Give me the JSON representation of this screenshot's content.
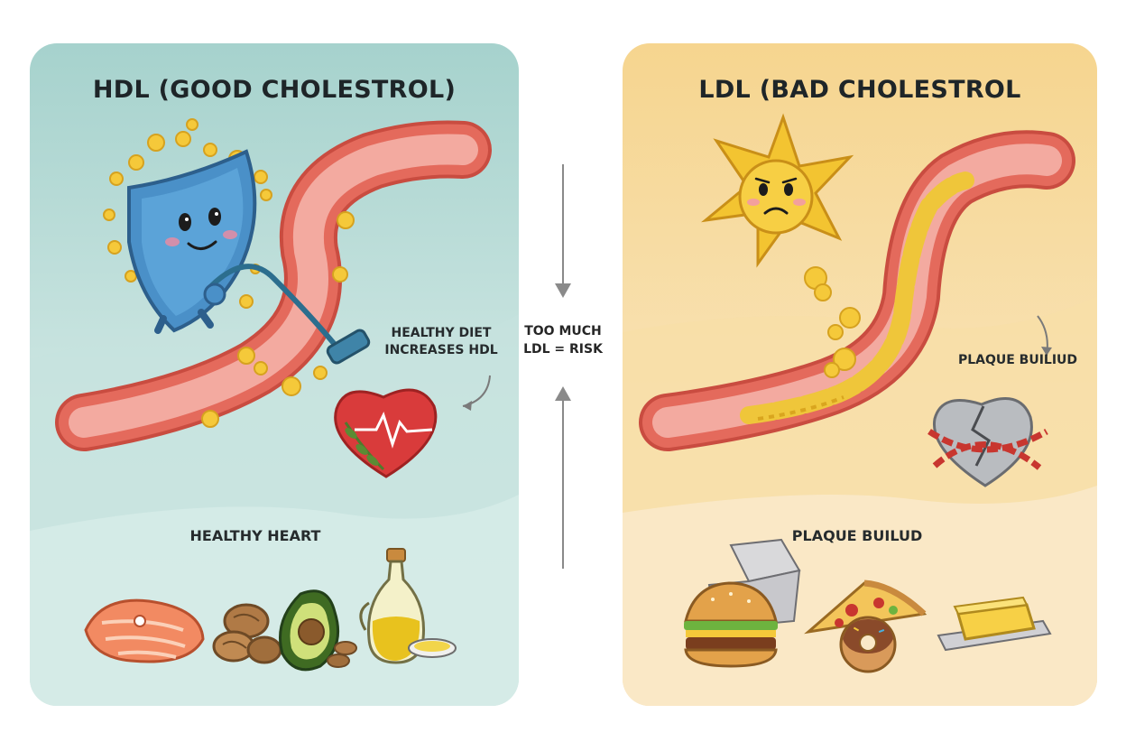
{
  "hdl_panel": {
    "title": "HDL (GOOD CHOLESTROL)",
    "diet_label_line1": "HEALTHY DIET",
    "diet_label_line2": "INCREASES HDL",
    "heart_label": "HEALTHY HEART"
  },
  "ldl_panel": {
    "title": "LDL (BAD CHOLESTROL",
    "plaque_label_top": "PLAQUE BUILIUD",
    "plaque_label_bottom": "PLAQUE BUILUD"
  },
  "center": {
    "line1": "TOO MUCH",
    "line2": "LDL = RISK"
  },
  "colors": {
    "hdl_bg": "#a6d2cd",
    "ldl_bg": "#f6d58f",
    "artery": "#e26658",
    "artery_inner": "#f0a49a",
    "cholesterol": "#f5c93a",
    "shield": "#4a90c8",
    "heart": "#d93b3b",
    "broken_heart": "#b9bcc0",
    "chain": "#c8362f"
  },
  "icons": [
    "shield-mascot-icon",
    "vacuum-icon",
    "heart-rhythm-icon",
    "salmon-icon",
    "walnuts-icon",
    "avocado-icon",
    "olive-oil-icon",
    "sad-star-icon",
    "broken-heart-chain-icon",
    "burger-icon",
    "pizza-icon",
    "donut-icon",
    "butter-icon"
  ]
}
